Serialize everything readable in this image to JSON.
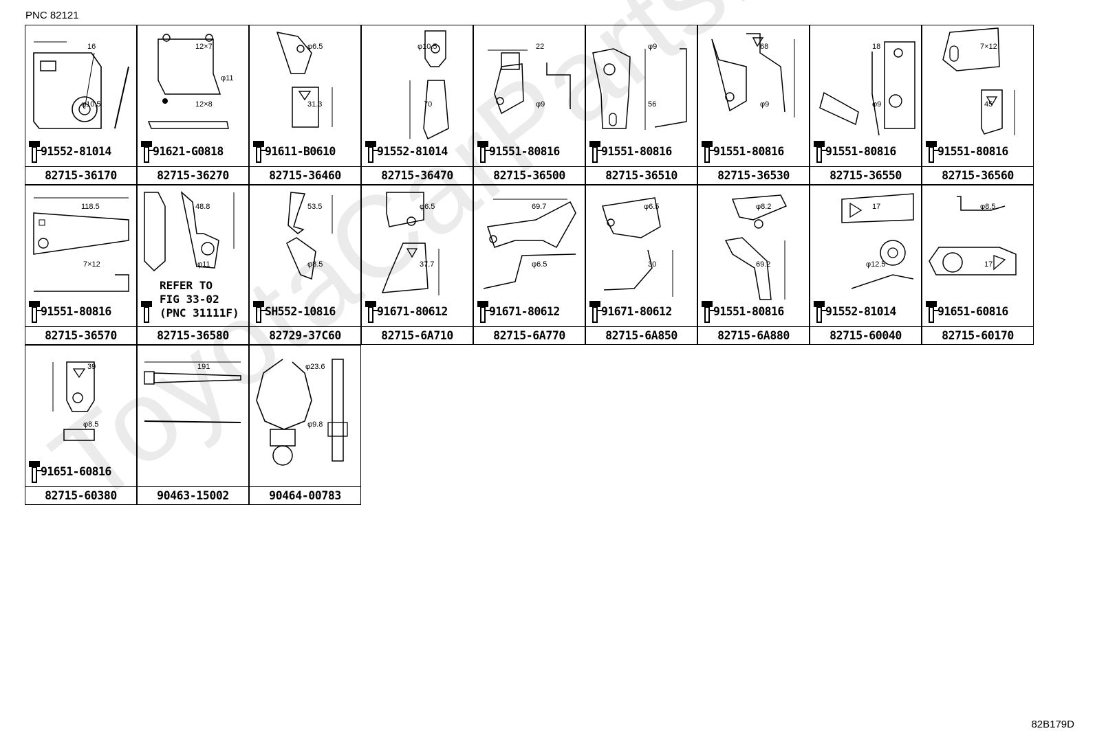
{
  "header": {
    "pnc": "PNC 82121"
  },
  "footer": {
    "figure_code": "82B179D"
  },
  "watermark": "ToyotaCarPartsNet",
  "cells": [
    {
      "part_no": "82715-36170",
      "bolt": "91552-81014",
      "dims": [
        "16",
        "φ10.5"
      ]
    },
    {
      "part_no": "82715-36270",
      "bolt": "91621-G0818",
      "dims": [
        "12×7",
        "12×8",
        "φ11"
      ]
    },
    {
      "part_no": "82715-36460",
      "bolt": "91611-B0610",
      "dims": [
        "φ6.5",
        "31.3"
      ]
    },
    {
      "part_no": "82715-36470",
      "bolt": "91552-81014",
      "dims": [
        "φ10.5",
        "70"
      ]
    },
    {
      "part_no": "82715-36500",
      "bolt": "91551-80816",
      "dims": [
        "22",
        "φ9"
      ]
    },
    {
      "part_no": "82715-36510",
      "bolt": "91551-80816",
      "dims": [
        "φ9",
        "56"
      ]
    },
    {
      "part_no": "82715-36530",
      "bolt": "91551-80816",
      "dims": [
        "68",
        "φ9"
      ]
    },
    {
      "part_no": "82715-36550",
      "bolt": "91551-80816",
      "dims": [
        "18",
        "φ9"
      ]
    },
    {
      "part_no": "82715-36560",
      "bolt": "91551-80816",
      "dims": [
        "7×12",
        "45"
      ]
    },
    {
      "part_no": "82715-36570",
      "bolt": "91551-80816",
      "dims": [
        "118.5",
        "7×12"
      ]
    },
    {
      "part_no": "82715-36580",
      "bolt": "",
      "refer": "REFER TO\nFIG 33-02\n(PNC 31111F)",
      "dims": [
        "48.8",
        "φ11"
      ]
    },
    {
      "part_no": "82729-37C60",
      "bolt": "SH552-10816",
      "dims": [
        "53.5",
        "φ8.5"
      ]
    },
    {
      "part_no": "82715-6A710",
      "bolt": "91671-80612",
      "dims": [
        "φ6.5",
        "37.7"
      ]
    },
    {
      "part_no": "82715-6A770",
      "bolt": "91671-80612",
      "dims": [
        "69.7",
        "φ6.5"
      ]
    },
    {
      "part_no": "82715-6A850",
      "bolt": "91671-80612",
      "dims": [
        "φ6.5",
        "30"
      ]
    },
    {
      "part_no": "82715-6A880",
      "bolt": "91551-80816",
      "dims": [
        "φ8.2",
        "69.2"
      ]
    },
    {
      "part_no": "82715-60040",
      "bolt": "91552-81014",
      "dims": [
        "17",
        "φ12.5"
      ]
    },
    {
      "part_no": "82715-60170",
      "bolt": "91651-60816",
      "dims": [
        "φ8.5",
        "17"
      ]
    },
    {
      "part_no": "82715-60380",
      "bolt": "91651-60816",
      "dims": [
        "39",
        "φ8.5"
      ]
    },
    {
      "part_no": "90463-15002",
      "bolt": "",
      "dims": [
        "191"
      ]
    },
    {
      "part_no": "90464-00783",
      "bolt": "",
      "dims": [
        "φ23.6",
        "φ9.8"
      ]
    }
  ]
}
